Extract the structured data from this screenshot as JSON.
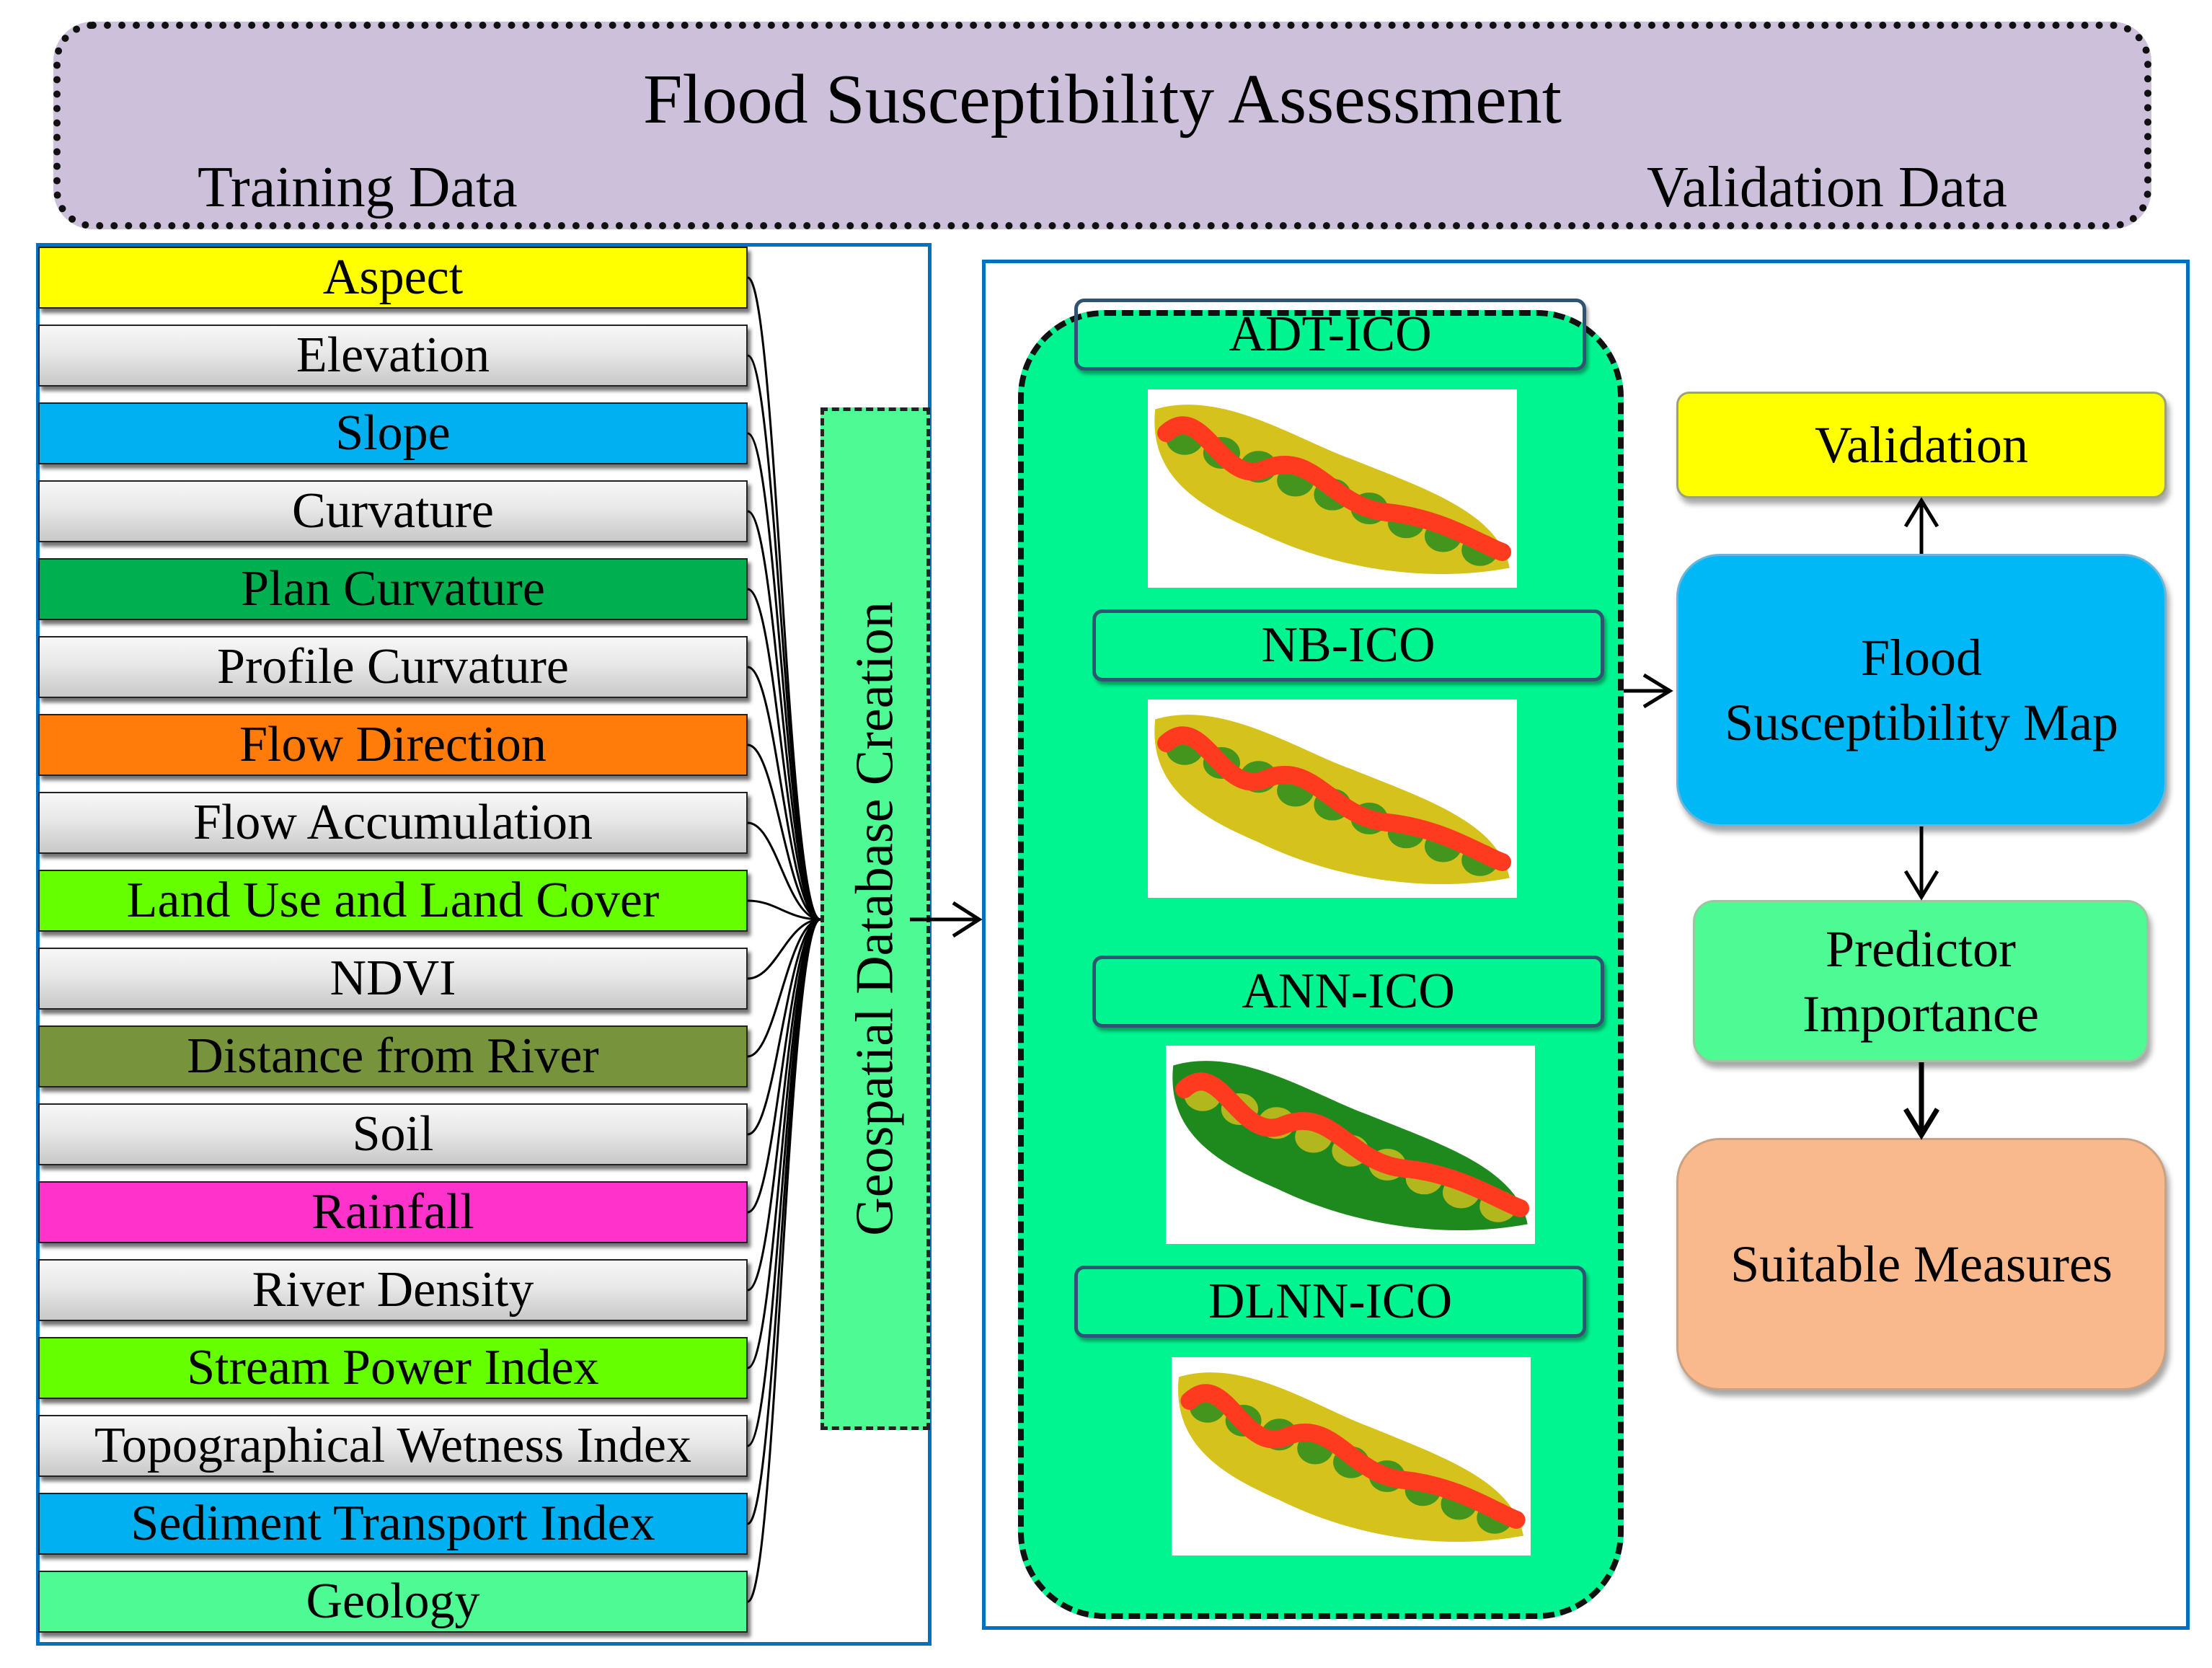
{
  "header": {
    "title": "Flood Susceptibility Assessment",
    "training": "Training Data",
    "validation": "Validation Data"
  },
  "factors": [
    {
      "label": "Aspect",
      "color": "#ffff00"
    },
    {
      "label": "Elevation",
      "color": "gray"
    },
    {
      "label": "Slope",
      "color": "#00b0f0"
    },
    {
      "label": "Curvature",
      "color": "gray"
    },
    {
      "label": "Plan Curvature",
      "color": "#00b050"
    },
    {
      "label": "Profile Curvature",
      "color": "gray"
    },
    {
      "label": "Flow Direction",
      "color": "#ff7c0a"
    },
    {
      "label": "Flow Accumulation",
      "color": "gray"
    },
    {
      "label": "Land Use and Land Cover",
      "color": "#66ff00"
    },
    {
      "label": "NDVI",
      "color": "gray"
    },
    {
      "label": "Distance from River",
      "color": "#77933c"
    },
    {
      "label": "Soil",
      "color": "gray"
    },
    {
      "label": "Rainfall",
      "color": "#ff33cc"
    },
    {
      "label": "River Density",
      "color": "gray"
    },
    {
      "label": "Stream Power Index",
      "color": "#66ff00"
    },
    {
      "label": "Topographical Wetness Index",
      "color": "gray"
    },
    {
      "label": "Sediment Transport Index",
      "color": "#00b0f0"
    },
    {
      "label": "Geology",
      "color": "#4dfa93"
    }
  ],
  "geospatial_db": "Geospatial Database Creation",
  "models": [
    {
      "label": "ADT-ICO",
      "color": "#f9b98d"
    },
    {
      "label": "NB-ICO",
      "color": "#c3d69b"
    },
    {
      "label": "ANN-ICO",
      "color": "#6ecfdf"
    },
    {
      "label": "DLNN-ICO",
      "color": "#6ecfdf"
    }
  ],
  "outputs": {
    "validation": "Validation",
    "map_line1": "Flood",
    "map_line2": "Susceptibility Map",
    "predictor_line1": "Predictor",
    "predictor_line2": "Importance",
    "measures": "Suitable Measures"
  },
  "colors": {
    "validation": "#ffff00",
    "map": "#00b8f5",
    "predictor": "#4dfa93",
    "measures": "#f9b98d",
    "panel_border": "#0070c0",
    "map_river": "#ff3b1f",
    "map_green": "#1e8a1e",
    "map_yellow": "#d6c21c"
  }
}
